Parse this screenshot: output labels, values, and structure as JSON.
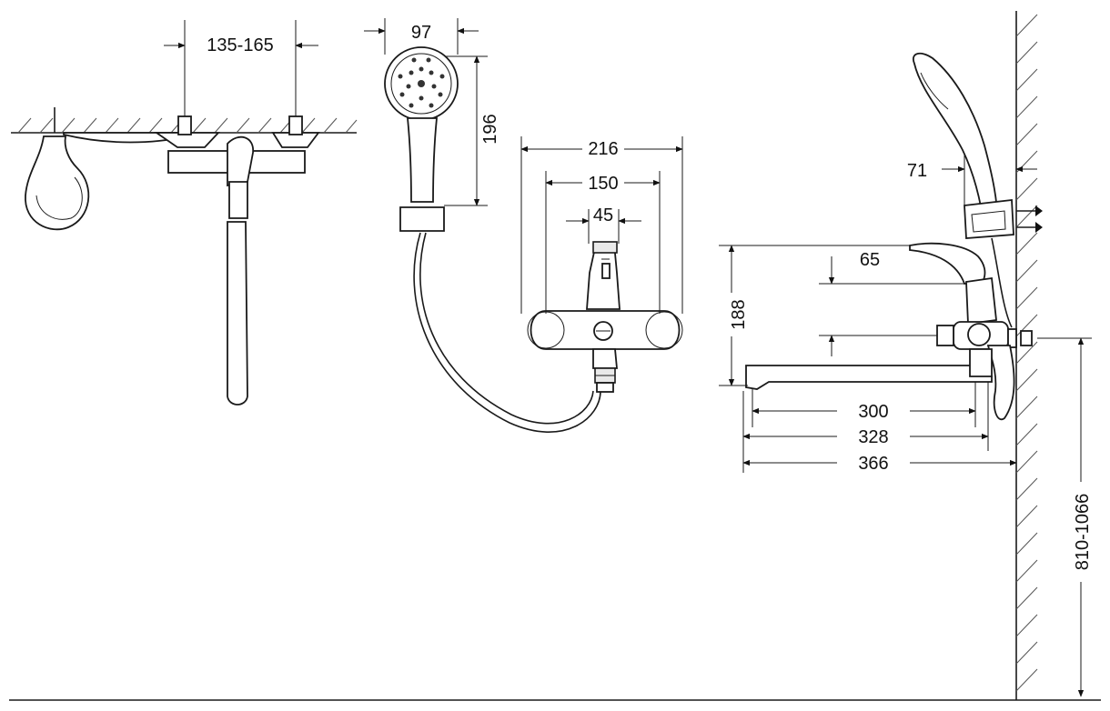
{
  "dimensions": {
    "supply_spacing": "135-165",
    "handshower_width": "97",
    "handshower_height": "196",
    "body_width": "216",
    "body_spacing": "150",
    "handle_width": "45",
    "wall_bracket": "71",
    "outlet_offset": "65",
    "height": "188",
    "spout_300": "300",
    "spout_328": "328",
    "spout_366": "366",
    "install_height": "810-1066"
  }
}
